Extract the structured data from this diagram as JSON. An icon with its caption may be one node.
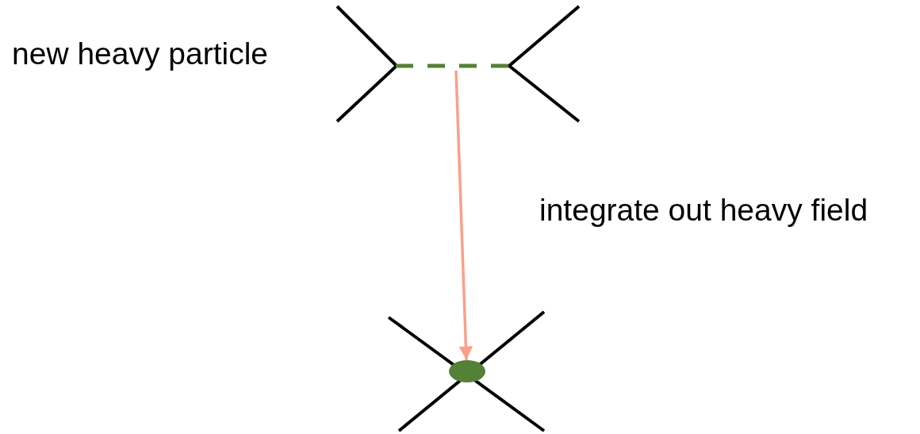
{
  "diagram": {
    "nodes": [
      {
        "text": [],
        "shape": "picture"
      },
      {
        "text": [],
        "shape": "circle"
      }
    ],
    "labels": [
      "new heavy particle"
    ],
    "edges": [
      {
        "from": 0,
        "to": 1,
        "arrow": "to",
        "label": "integrate out heavy field",
        "color": "#f8a08c"
      }
    ]
  }
}
